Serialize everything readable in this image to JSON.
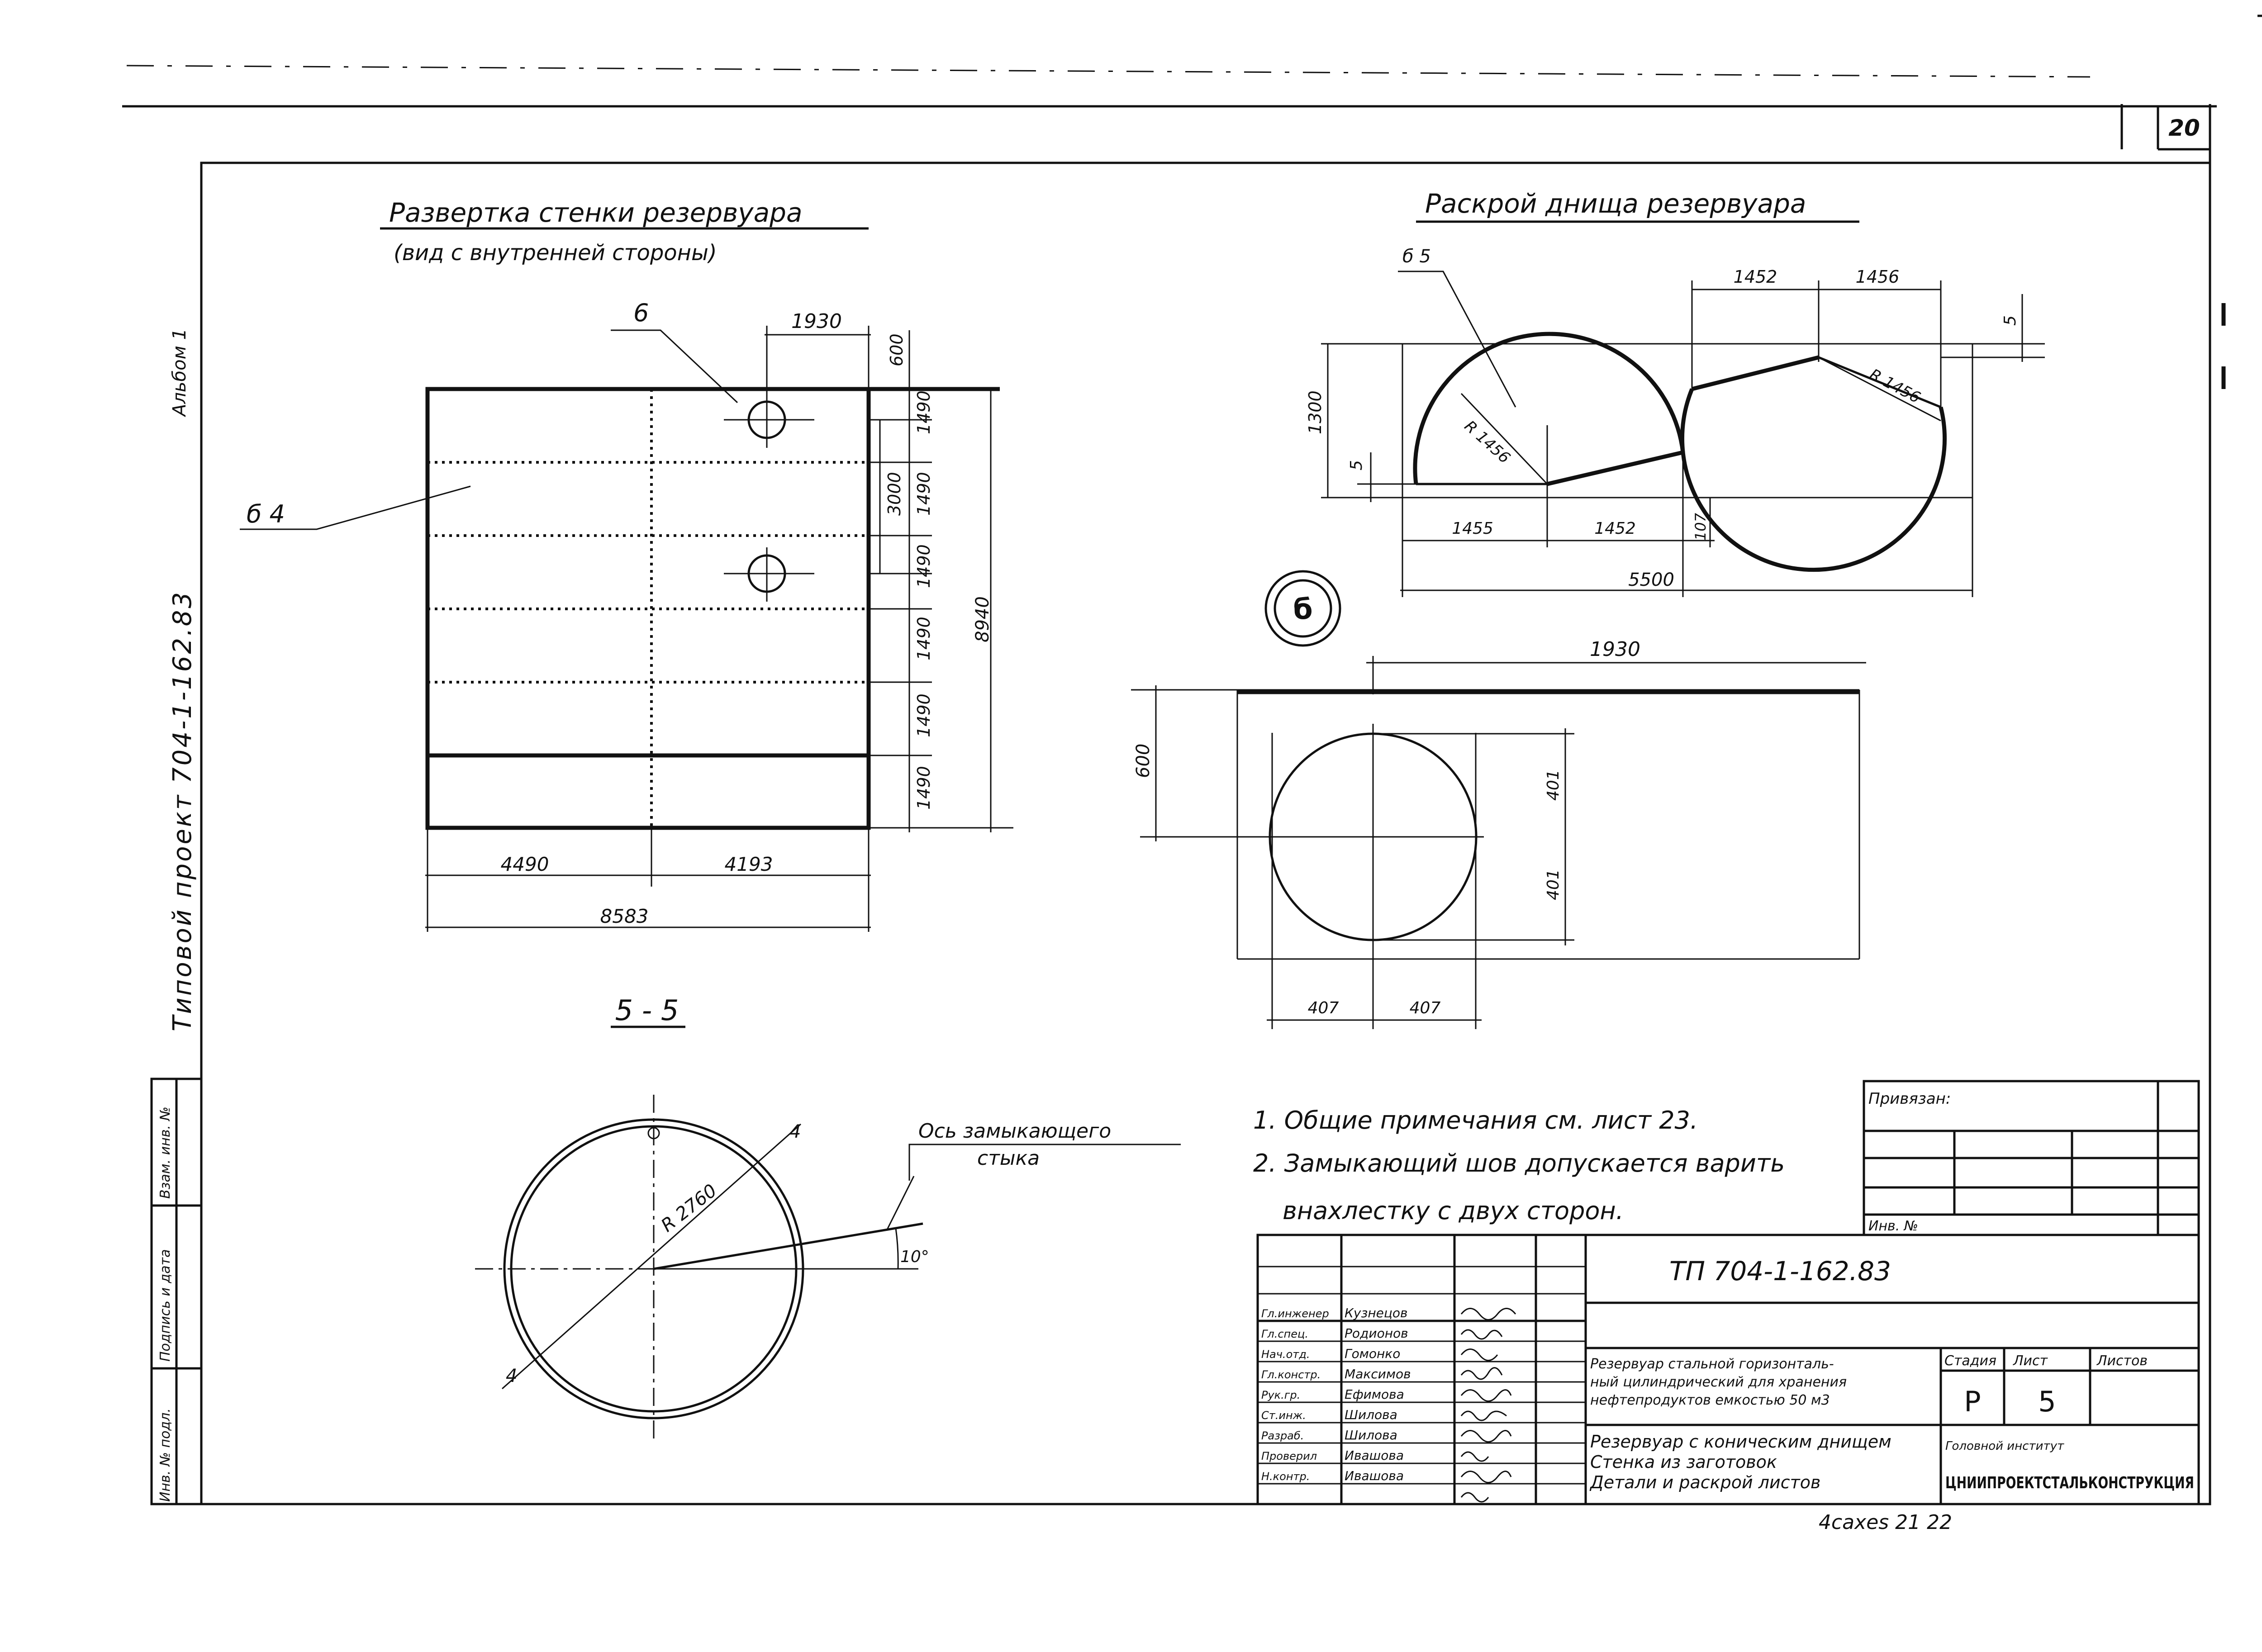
{
  "sheet": {
    "number": "20",
    "album": "Альбом 1",
    "side_project": "Типовой проект 704-1-162.83",
    "stamp_number": "4caxes 21 22"
  },
  "left_strip": {
    "cells": [
      "Взам. инв. №",
      "Подпись и дата",
      "Инв. № подл."
    ]
  },
  "wall_development": {
    "title": "Развертка стенки резервуара",
    "subtitle": "(вид с внутренней стороны)",
    "callout_6": "6",
    "callout_6_4": "б 4",
    "dims": {
      "top": "1930",
      "right_top": "600",
      "rows": [
        "1490",
        "1490",
        "1490",
        "1490",
        "1490",
        "1490"
      ],
      "right_mid": "3000",
      "total_height": "8940",
      "bottom_left": "4490",
      "bottom_right": "4193",
      "total_width": "8583"
    }
  },
  "section_5_5": {
    "title": "5 - 5",
    "axis_label_line1": "Ось замыкающего",
    "axis_label_line2": "стыка",
    "radius": "R 2760",
    "thickness": "4",
    "angle": "10°"
  },
  "bottom_cutting": {
    "title": "Раскрой днища резервуара",
    "left_callout": "б 5",
    "radius_left": "R 1456",
    "radius_right": "R 1456",
    "dims": {
      "top_left": "1452",
      "top_right": "1456",
      "right_small": "5",
      "height": "1300",
      "left_small": "5",
      "bottom_left": "1455",
      "bottom_mid": "1452",
      "bottom_small": "107",
      "total": "5500"
    }
  },
  "detail_b": {
    "marker": "б",
    "dims": {
      "top": "1930",
      "height": "600",
      "radius_up": "401",
      "radius_down": "401",
      "bottom_left": "407",
      "bottom_right": "407"
    }
  },
  "notes": {
    "line1": "1. Общие примечания см. лист 23.",
    "line2": "2. Замыкающий шов допускается варить",
    "line3": "внахлестку с двух сторон."
  },
  "privyazan": {
    "label": "Привязан:",
    "inv_label": "Инв. №"
  },
  "title_block": {
    "code": "ТП 704-1-162.83",
    "people": [
      {
        "role": "Гл.инженер",
        "name": "Кузнецов"
      },
      {
        "role": "Гл.спец.",
        "name": "Родионов"
      },
      {
        "role": "Нач.отд.",
        "name": "Гомонко"
      },
      {
        "role": "Гл.констр.",
        "name": "Максимов"
      },
      {
        "role": "Рук.гр.",
        "name": "Ефимова"
      },
      {
        "role": "Ст.инж.",
        "name": "Шилова"
      },
      {
        "role": "Разраб.",
        "name": "Шилова"
      },
      {
        "role": "Проверил",
        "name": "Ивашова"
      },
      {
        "role": "Н.контр.",
        "name": "Ивашова"
      }
    ],
    "description": [
      "Резервуар стальной горизонталь-",
      "ный цилиндрический для хранения",
      "нефтепродуктов емкостью 50 м3"
    ],
    "sheet_title": [
      "Резервуар с коническим днищем",
      "Стенка из заготовок",
      "Детали и раскрой листов"
    ],
    "headers": [
      "Стадия",
      "Лист",
      "Листов"
    ],
    "values": [
      "Р",
      "5",
      ""
    ],
    "org_small": "Головной институт",
    "org": "ЦНИИПРОЕКТСТАЛЬКОНСТРУКЦИЯ"
  }
}
